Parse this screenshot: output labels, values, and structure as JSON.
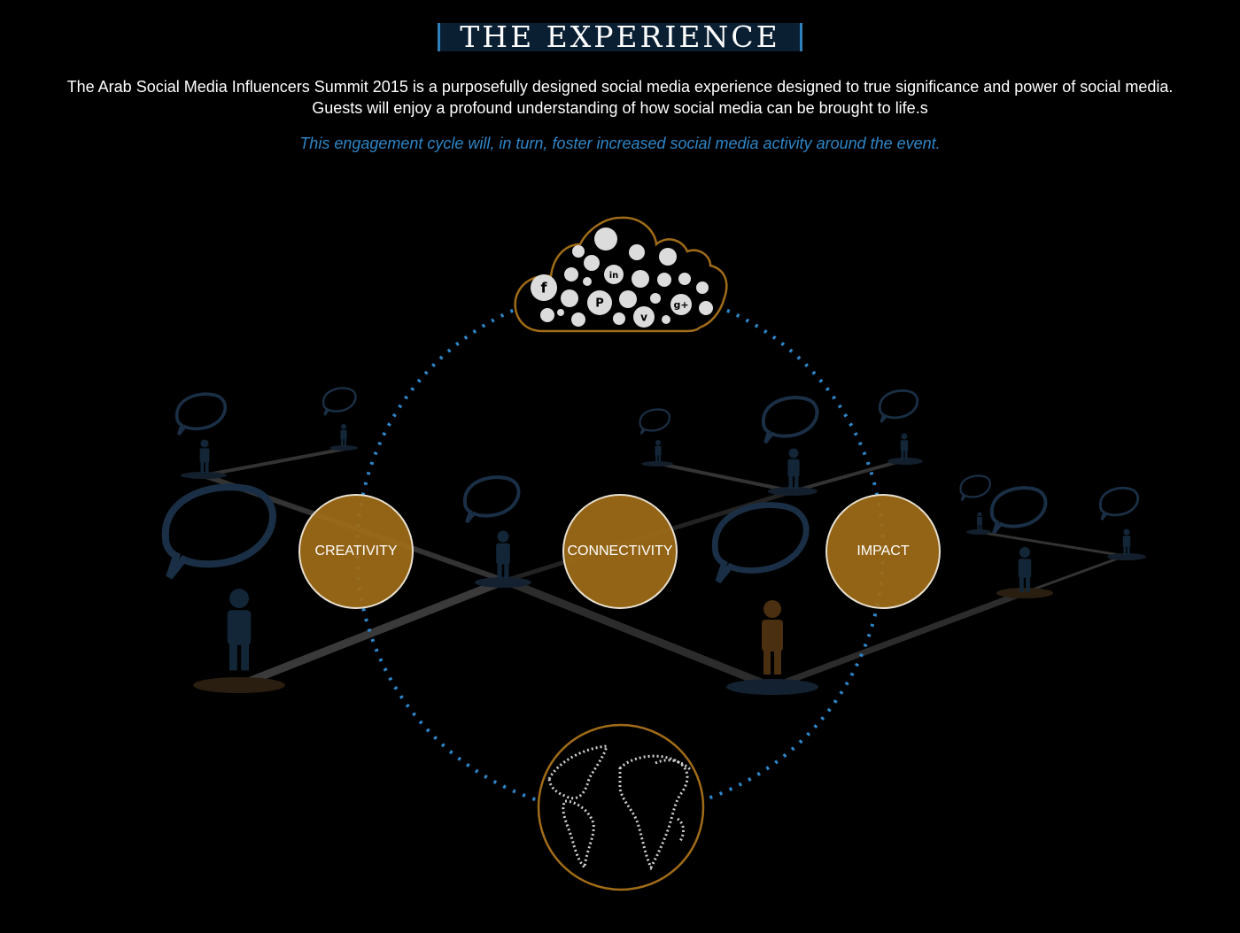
{
  "header": {
    "title": "THE EXPERIENCE"
  },
  "intro": {
    "line1": "The Arab Social Media Influencers Summit 2015 is a purposefully designed social media experience designed to true significance and power of social media.",
    "line2": "Guests will enjoy a profound understanding of how social media can be brought to life.s"
  },
  "tagline": "This engagement cycle will, in turn, foster increased social media activity around the event.",
  "nodes": {
    "creativity": "CREATIVITY",
    "connectivity": "CONNECTIVITY",
    "impact": "IMPACT"
  },
  "cloud_icons": [
    "rss-icon",
    "google-plus-icon",
    "twitter-icon",
    "stumbleupon-icon",
    "youtube-icon",
    "vimeo-icon",
    "linkedin-icon",
    "dribbble-icon",
    "rss-icon",
    "flickr-icon",
    "facebook-icon",
    "yelp-icon",
    "pinterest-icon",
    "twitter-icon",
    "skype-icon",
    "vimeo-icon",
    "google-plus-icon",
    "vimeo-icon",
    "linkedin-icon",
    "stumbleupon-icon",
    "facebook-icon",
    "vimeo-icon",
    "linkedin-icon"
  ],
  "colors": {
    "background": "#000000",
    "accent_gold": "#a06c18",
    "accent_blue": "#2e86c8",
    "title_bg": "#0b1f33"
  }
}
